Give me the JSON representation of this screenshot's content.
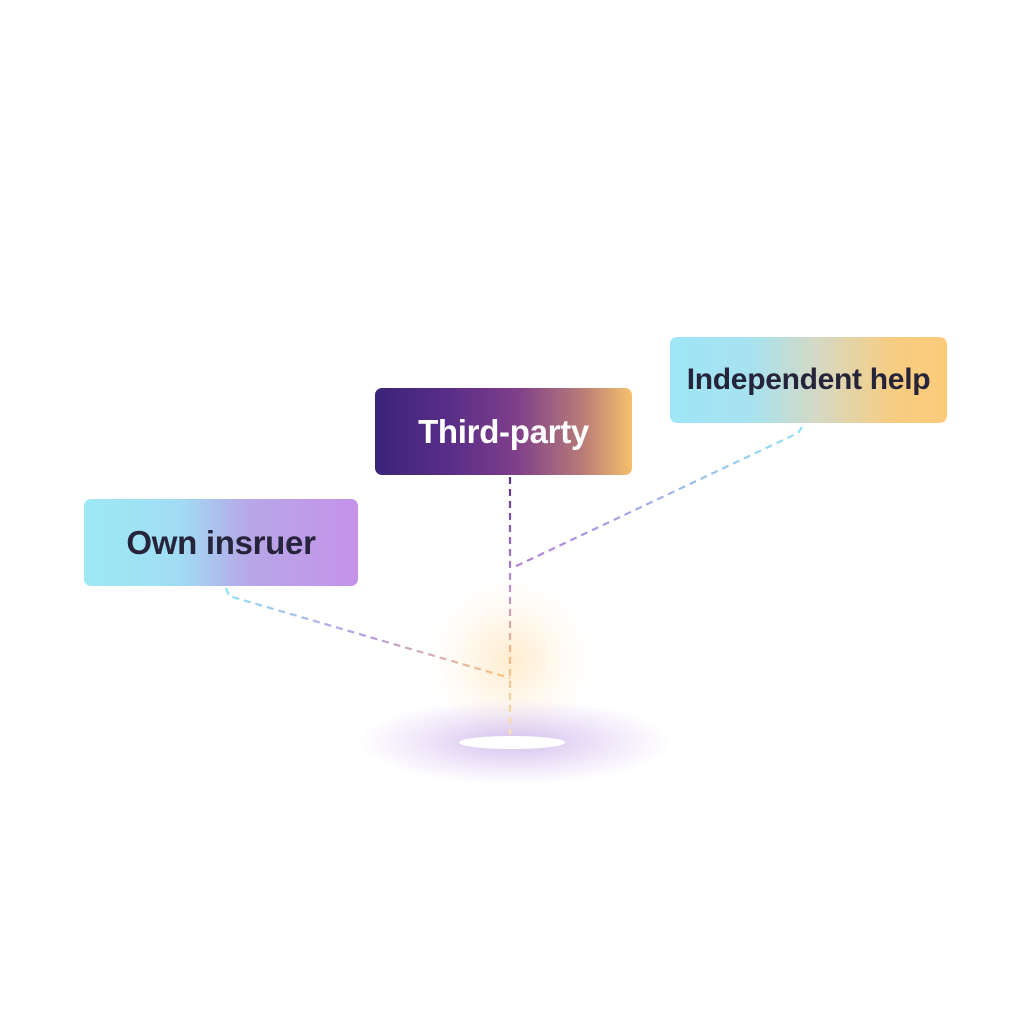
{
  "nodes": {
    "own_insurer": "Own insruer",
    "third_party": "Third-party",
    "independent_help": "Independent help"
  },
  "colors": {
    "text_dark": "#26243a",
    "purple": "#3b2478",
    "cyan": "#9ee9f5",
    "orange": "#f6c06c"
  }
}
